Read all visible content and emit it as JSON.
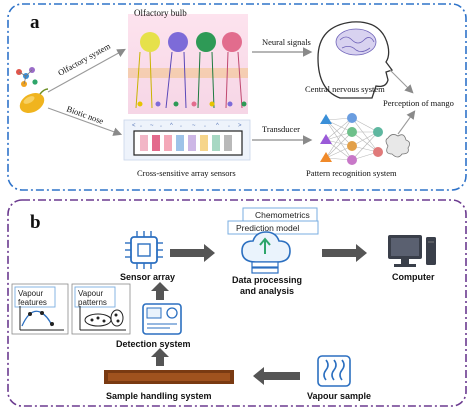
{
  "panel_a": {
    "letter": "a",
    "olfactory_bulb": "Olfactory bulb",
    "olfactory_system": "Olfactory system",
    "neural_signals": "Neural signals",
    "central_nervous_system": "Central nervous system",
    "perception": "Perception of mango",
    "biotic_nose": "Biotic nose",
    "transducer": "Transducer",
    "sensor_array": "Cross-sensitive array sensors",
    "pattern_recognition": "Pattern recognition system"
  },
  "panel_b": {
    "letter": "b",
    "chemometrics": "Chemometrics",
    "prediction_model": "Prediction model",
    "sensor_array": "Sensor array",
    "data_processing_line1": "Data processing",
    "data_processing_line2": "and analysis",
    "computer": "Computer",
    "vapour_features_line1": "Vapour",
    "vapour_features_line2": "features",
    "vapour_patterns_line1": "Vapour",
    "vapour_patterns_line2": "patterns",
    "detection_system": "Detection system",
    "sample_handling": "Sample handling system",
    "vapour_sample": "Vapour sample"
  },
  "colors": {
    "panel_a_border": "#2f73c9",
    "panel_b_border": "#6b3a8f",
    "arrow_gray": "#555555",
    "mango": "#f0b41e",
    "accent_blue": "#3a8fd8"
  }
}
